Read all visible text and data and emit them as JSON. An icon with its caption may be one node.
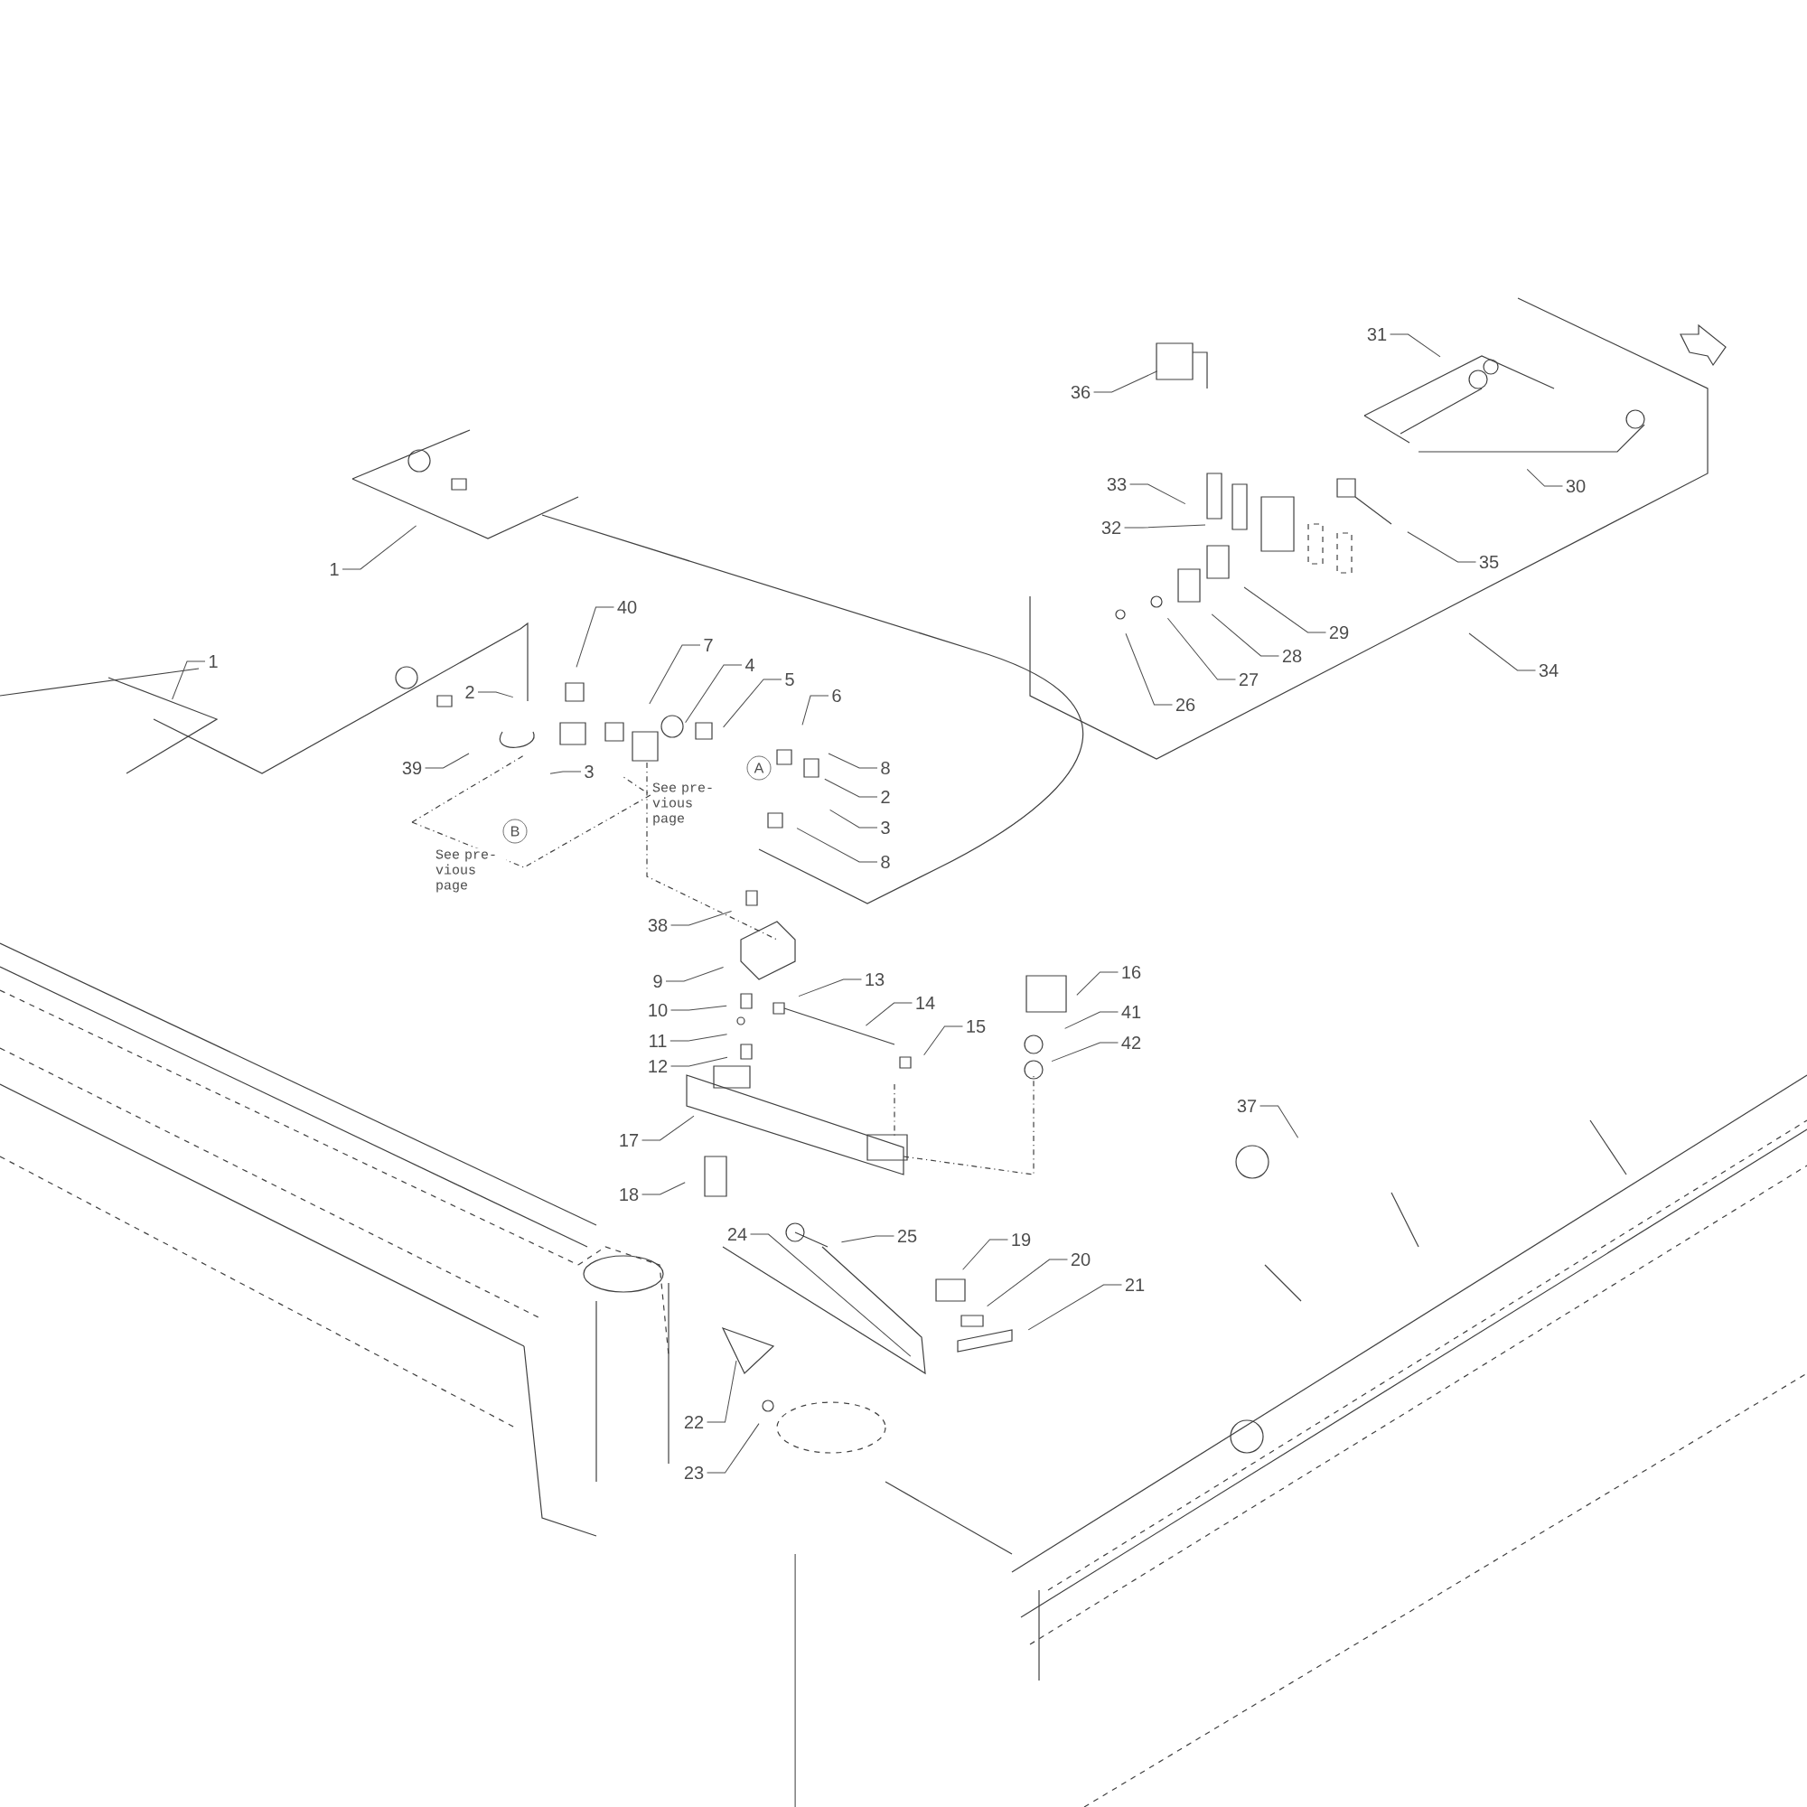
{
  "diagram": {
    "nodes": [
      {
        "text": [
          "1"
        ]
      },
      {
        "text": [
          "1"
        ]
      },
      {
        "text": [
          "40"
        ]
      },
      {
        "text": [
          "7"
        ]
      },
      {
        "text": [
          "4"
        ]
      },
      {
        "text": [
          "5"
        ]
      },
      {
        "text": [
          "6"
        ]
      },
      {
        "text": [
          "2"
        ]
      },
      {
        "text": [
          "39"
        ]
      },
      {
        "text": [
          "3"
        ]
      },
      {
        "text": [
          "8"
        ]
      },
      {
        "text": [
          "2"
        ]
      },
      {
        "text": [
          "3"
        ]
      },
      {
        "text": [
          "8"
        ]
      },
      {
        "text": [
          "38"
        ]
      },
      {
        "text": [
          "9"
        ]
      },
      {
        "text": [
          "10"
        ]
      },
      {
        "text": [
          "11"
        ]
      },
      {
        "text": [
          "12"
        ]
      },
      {
        "text": [
          "13"
        ]
      },
      {
        "text": [
          "14"
        ]
      },
      {
        "text": [
          "15"
        ]
      },
      {
        "text": [
          "16"
        ]
      },
      {
        "text": [
          "41"
        ]
      },
      {
        "text": [
          "42"
        ]
      },
      {
        "text": [
          "17"
        ]
      },
      {
        "text": [
          "18"
        ]
      },
      {
        "text": [
          "24"
        ]
      },
      {
        "text": [
          "25"
        ]
      },
      {
        "text": [
          "19"
        ]
      },
      {
        "text": [
          "20"
        ]
      },
      {
        "text": [
          "21"
        ]
      },
      {
        "text": [
          "22"
        ]
      },
      {
        "text": [
          "23"
        ]
      },
      {
        "text": [
          "36"
        ]
      },
      {
        "text": [
          "31"
        ]
      },
      {
        "text": [
          "30"
        ]
      },
      {
        "text": [
          "33"
        ]
      },
      {
        "text": [
          "32"
        ]
      },
      {
        "text": [
          "35"
        ]
      },
      {
        "text": [
          "29"
        ]
      },
      {
        "text": [
          "28"
        ]
      },
      {
        "text": [
          "27"
        ]
      },
      {
        "text": [
          "26"
        ]
      },
      {
        "text": [
          "34"
        ]
      },
      {
        "text": [
          "37"
        ]
      }
    ],
    "edges": [
      {
        "from": 0,
        "to": null,
        "arrow": "none"
      },
      {
        "from": 1,
        "to": null,
        "arrow": "none"
      },
      {
        "from": 2,
        "to": null,
        "arrow": "none"
      },
      {
        "from": 3,
        "to": null,
        "arrow": "none"
      },
      {
        "from": 4,
        "to": null,
        "arrow": "none"
      },
      {
        "from": 5,
        "to": null,
        "arrow": "none"
      },
      {
        "from": 6,
        "to": null,
        "arrow": "none"
      },
      {
        "from": 7,
        "to": null,
        "arrow": "none"
      },
      {
        "from": 8,
        "to": null,
        "arrow": "none"
      },
      {
        "from": 9,
        "to": null,
        "arrow": "none"
      },
      {
        "from": 10,
        "to": null,
        "arrow": "none"
      },
      {
        "from": 11,
        "to": null,
        "arrow": "none"
      },
      {
        "from": 12,
        "to": null,
        "arrow": "none"
      },
      {
        "from": 13,
        "to": null,
        "arrow": "none"
      },
      {
        "from": 14,
        "to": null,
        "arrow": "none"
      },
      {
        "from": 15,
        "to": null,
        "arrow": "none"
      },
      {
        "from": 16,
        "to": null,
        "arrow": "none"
      },
      {
        "from": 17,
        "to": null,
        "arrow": "none"
      },
      {
        "from": 18,
        "to": null,
        "arrow": "none"
      },
      {
        "from": 19,
        "to": null,
        "arrow": "none"
      },
      {
        "from": 20,
        "to": null,
        "arrow": "none"
      },
      {
        "from": 21,
        "to": null,
        "arrow": "none"
      },
      {
        "from": 22,
        "to": null,
        "arrow": "none"
      },
      {
        "from": 23,
        "to": null,
        "arrow": "none"
      },
      {
        "from": 24,
        "to": null,
        "arrow": "none"
      },
      {
        "from": 25,
        "to": null,
        "arrow": "none"
      },
      {
        "from": 26,
        "to": null,
        "arrow": "none"
      },
      {
        "from": 27,
        "to": null,
        "arrow": "none"
      },
      {
        "from": 28,
        "to": null,
        "arrow": "none"
      },
      {
        "from": 29,
        "to": null,
        "arrow": "none"
      },
      {
        "from": 30,
        "to": null,
        "arrow": "none"
      },
      {
        "from": 31,
        "to": null,
        "arrow": "none"
      },
      {
        "from": 32,
        "to": null,
        "arrow": "none"
      },
      {
        "from": 33,
        "to": null,
        "arrow": "none"
      },
      {
        "from": 34,
        "to": null,
        "arrow": "none"
      },
      {
        "from": 35,
        "to": null,
        "arrow": "none"
      },
      {
        "from": 36,
        "to": null,
        "arrow": "none"
      },
      {
        "from": 37,
        "to": null,
        "arrow": "none"
      },
      {
        "from": 38,
        "to": null,
        "arrow": "none"
      },
      {
        "from": 39,
        "to": null,
        "arrow": "none"
      },
      {
        "from": 40,
        "to": null,
        "arrow": "none"
      },
      {
        "from": 41,
        "to": null,
        "arrow": "none"
      },
      {
        "from": 42,
        "to": null,
        "arrow": "none"
      },
      {
        "from": 43,
        "to": null,
        "arrow": "none"
      },
      {
        "from": 44,
        "to": null,
        "arrow": "none"
      },
      {
        "from": 45,
        "to": null,
        "arrow": "none"
      }
    ],
    "labels": [
      "B",
      "See pre- vious page",
      "A",
      "See pre- vious page"
    ]
  }
}
